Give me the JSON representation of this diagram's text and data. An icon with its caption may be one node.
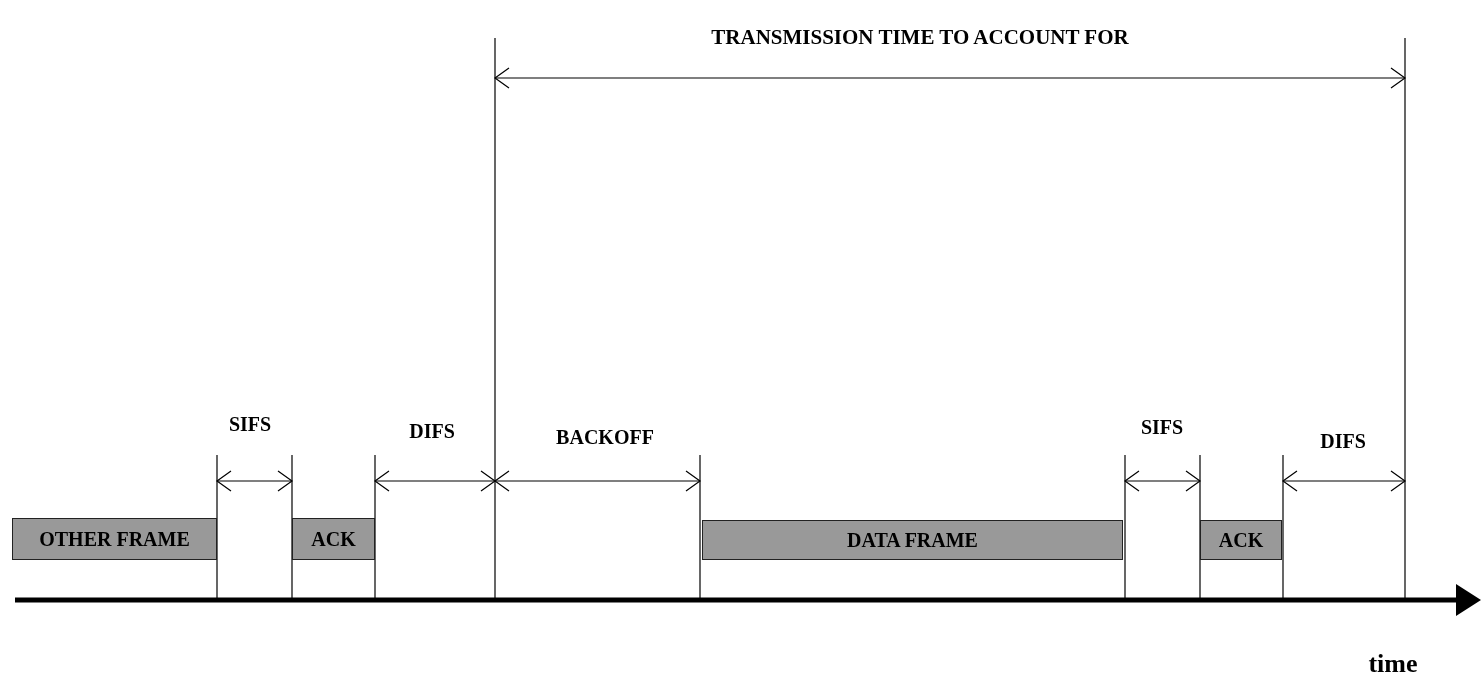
{
  "diagram": {
    "nodes": [
      {
        "text": [
          "OTHER FRAME"
        ]
      },
      {
        "text": [
          "ACK"
        ]
      },
      {
        "text": [
          "DATA FRAME"
        ]
      },
      {
        "text": [
          "ACK"
        ]
      }
    ],
    "labels": [
      "TRANSMISSION TIME TO ACCOUNT FOR",
      "SIFS",
      "DIFS",
      "BACKOFF",
      "SIFS",
      "DIFS",
      "time"
    ]
  }
}
